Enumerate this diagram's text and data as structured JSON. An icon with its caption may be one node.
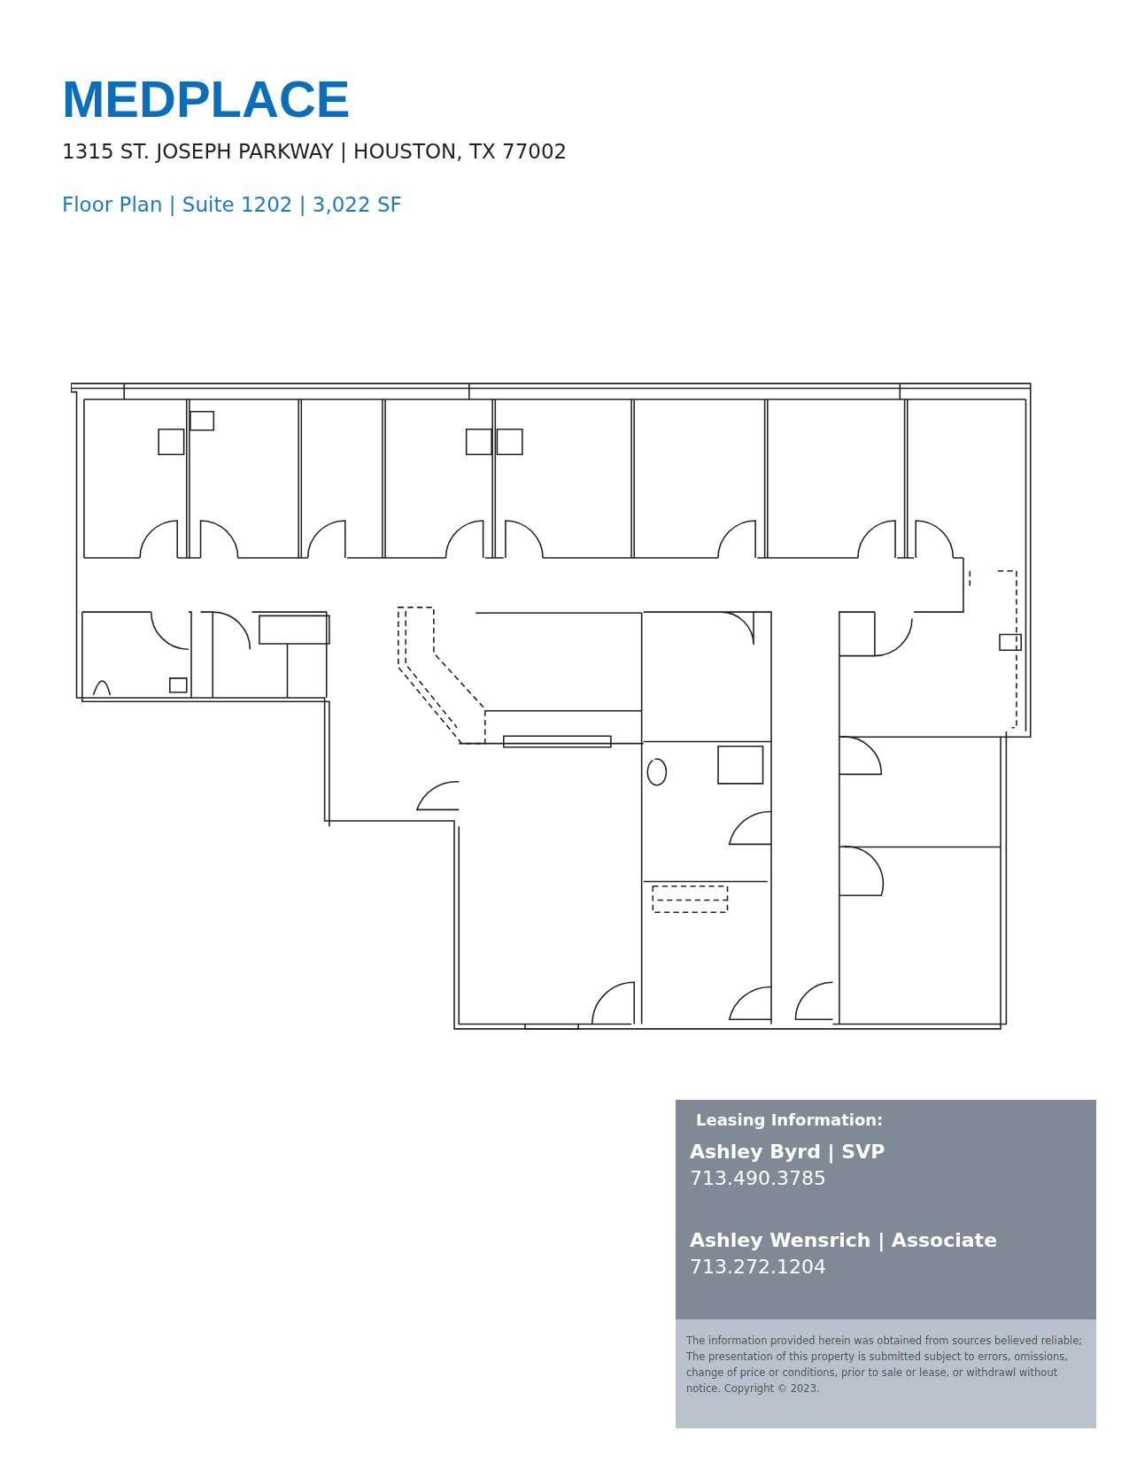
{
  "diagram": {
    "title": "MEDPLACE",
    "labels": [
      "1315 ST. JOSEPH PARKWAY | HOUSTON, TX 77002",
      "Floor Plan | Suite 1202 | 3,022 SF",
      "Leasing Information:",
      "Ashley Byrd | SVP",
      "713.490.3785",
      "Ashley Wensrich | Associate",
      "713.272.1204",
      "The information provided herein was obtained from sources believed reliable; The presentation of this property is submitted subject to errors, omissions, change of price or conditions, prior to sale or lease, or withdrawl without notice. Copyright © 2023."
    ]
  }
}
